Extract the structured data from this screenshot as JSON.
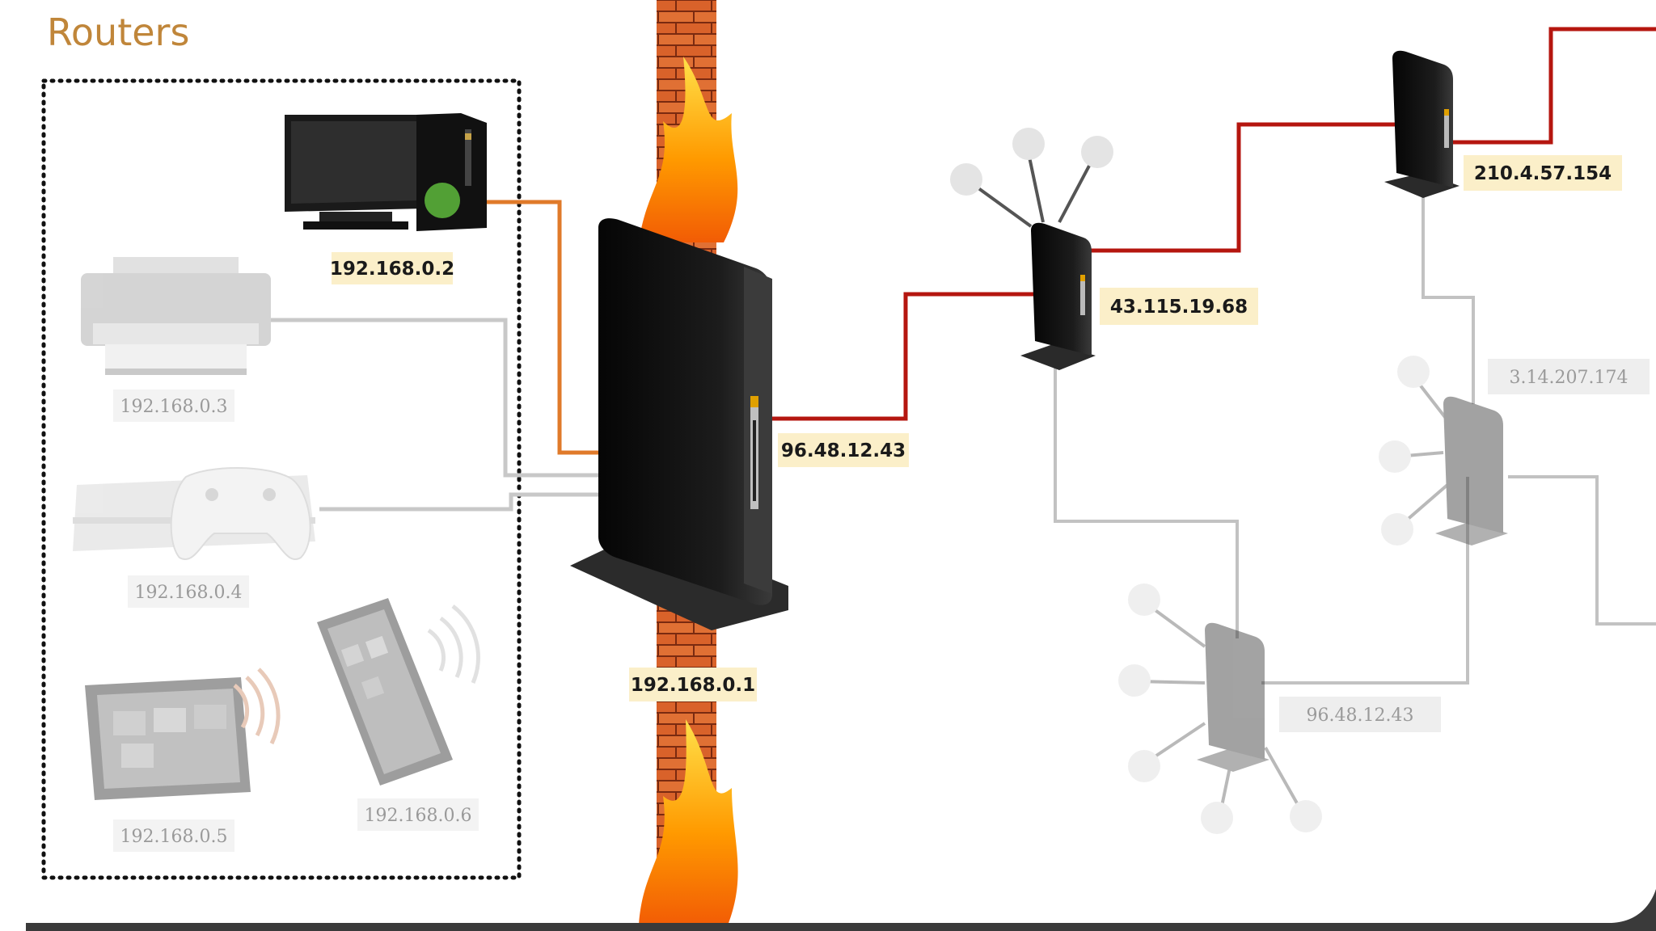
{
  "title": "Routers",
  "colors": {
    "title": "#c0863a",
    "link_orange": "#e07a2a",
    "link_red": "#b5160f",
    "link_gray": "#b9b9b9",
    "label_bg": "#fbefc9",
    "label_dim_bg": "#eeeeee",
    "wall_brick": "#d9622a",
    "router_black": "#141414"
  },
  "local_network": {
    "devices": [
      {
        "type": "desktop-computer",
        "ip": "192.168.0.2",
        "active": true
      },
      {
        "type": "printer",
        "ip": "192.168.0.3",
        "active": false
      },
      {
        "type": "game-console",
        "ip": "192.168.0.4",
        "active": false
      },
      {
        "type": "tablet",
        "ip": "192.168.0.5",
        "active": false
      },
      {
        "type": "smartphone",
        "ip": "192.168.0.6",
        "active": false
      }
    ]
  },
  "firewall": {
    "icon": "firewall-icon"
  },
  "home_router": {
    "lan_ip": "192.168.0.1",
    "wan_ip": "96.48.12.43"
  },
  "internet_routers": [
    {
      "ip": "43.115.19.68",
      "active": true
    },
    {
      "ip": "210.4.57.154",
      "active": true
    },
    {
      "ip": "3.14.207.174",
      "active": false
    },
    {
      "ip": "96.48.12.43",
      "active": false
    }
  ]
}
